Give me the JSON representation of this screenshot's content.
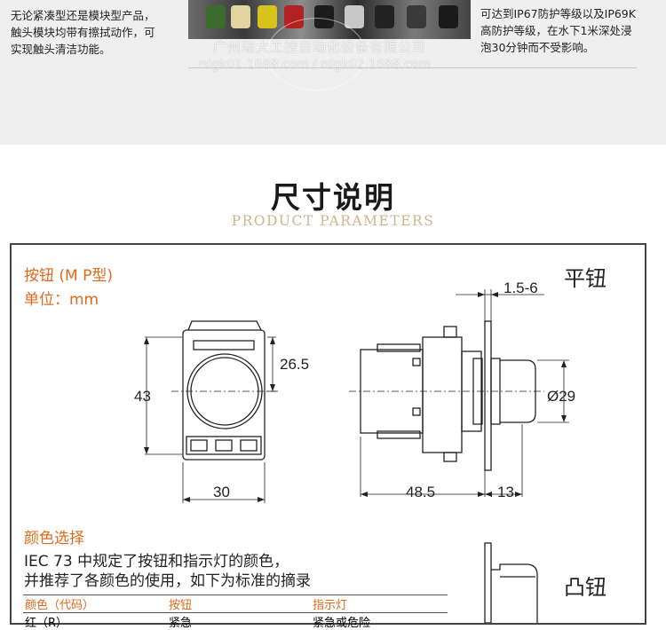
{
  "banner": {
    "left_lines": [
      "无论紧凑型还是模块型产品，",
      "触头模块均带有擦拭动作，可",
      "实现触头清洁功能。"
    ],
    "right_lines": [
      "可达到IP67防护等级以及IP69K",
      "高防护等级，在水下1米深处浸",
      "泡30分钟而不受影响。"
    ],
    "watermark_line1": "广州瑞大工控自动化设备有限公司",
    "watermark_line2": "rdgk01.1688.com / rdgk02.1688.com"
  },
  "section": {
    "title_cn": "尺寸说明",
    "title_en": "PRODUCT PARAMETERS"
  },
  "spec": {
    "button_type": "按钮 (M P型)",
    "unit": "单位：mm",
    "flat_label": "平钮",
    "raised_label": "凸钮",
    "dims": {
      "height": "43",
      "upper": "26.5",
      "width": "30",
      "depth": "48.5",
      "front": "13",
      "diameter": "Ø29",
      "panel_thickness": "1.5-6"
    },
    "color_title": "颜色选择",
    "color_desc_line1": "IEC 73 中规定了按钮和指示灯的颜色，",
    "color_desc_line2": "并推荐了各颜色的使用，如下为标准的摘录",
    "table_headers": [
      "颜色（代码）",
      "按钮",
      "指示灯"
    ],
    "table_rows": [
      [
        "红（R）",
        "紧急",
        "紧急或危险"
      ]
    ]
  },
  "colors": {
    "accent": "#e06a1c",
    "title_en": "#cbb78b",
    "banner_bg": "#efefef"
  }
}
